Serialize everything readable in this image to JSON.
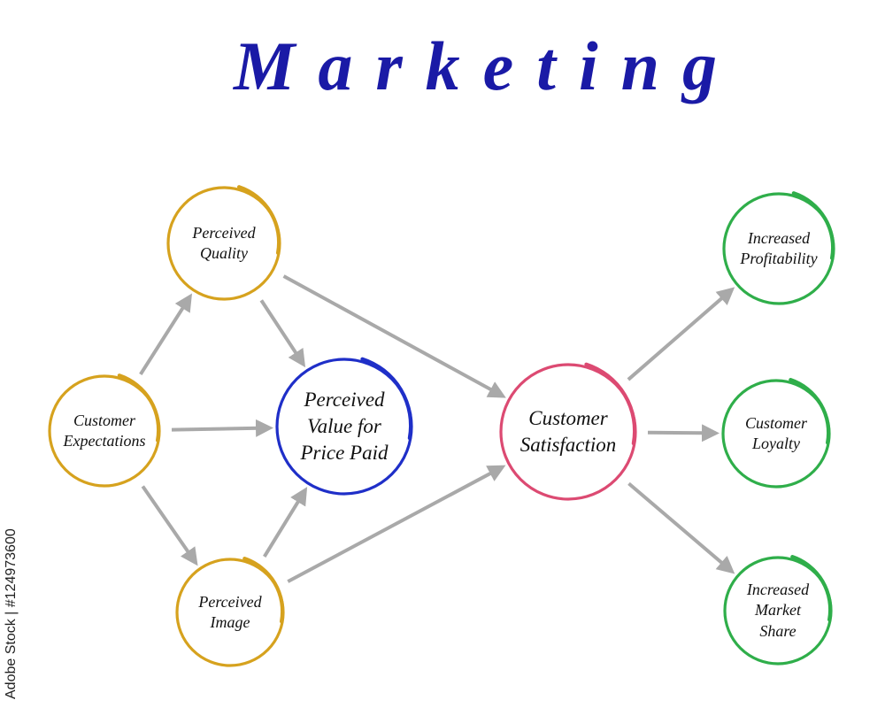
{
  "title": {
    "text": "Marketing",
    "color": "#1a1aa6"
  },
  "colors": {
    "arrow": "#a9a9a9",
    "antecedent": "#d6a21e",
    "value": "#1f2fc8",
    "satisfaction": "#dc4a72",
    "outcome": "#2fae4a"
  },
  "nodes": [
    {
      "id": "customer-expectations",
      "label": "Customer\nExpectations",
      "group": "antecedent"
    },
    {
      "id": "perceived-quality",
      "label": "Perceived\nQuality",
      "group": "antecedent"
    },
    {
      "id": "perceived-image",
      "label": "Perceived\nImage",
      "group": "antecedent"
    },
    {
      "id": "perceived-value",
      "label": "Perceived\nValue for\nPrice Paid",
      "group": "value"
    },
    {
      "id": "customer-satisfaction",
      "label": "Customer\nSatisfaction",
      "group": "satisfaction"
    },
    {
      "id": "increased-profitability",
      "label": "Increased\nProfitability",
      "group": "outcome"
    },
    {
      "id": "customer-loyalty",
      "label": "Customer\nLoyalty",
      "group": "outcome"
    },
    {
      "id": "increased-market-share",
      "label": "Increased\nMarket\nShare",
      "group": "outcome"
    }
  ],
  "edges": [
    {
      "from": "customer-expectations",
      "to": "perceived-quality"
    },
    {
      "from": "customer-expectations",
      "to": "perceived-value"
    },
    {
      "from": "customer-expectations",
      "to": "perceived-image"
    },
    {
      "from": "perceived-quality",
      "to": "perceived-value"
    },
    {
      "from": "perceived-quality",
      "to": "customer-satisfaction"
    },
    {
      "from": "perceived-image",
      "to": "perceived-value"
    },
    {
      "from": "perceived-image",
      "to": "customer-satisfaction"
    },
    {
      "from": "customer-satisfaction",
      "to": "increased-profitability"
    },
    {
      "from": "customer-satisfaction",
      "to": "customer-loyalty"
    },
    {
      "from": "customer-satisfaction",
      "to": "increased-market-share"
    }
  ],
  "watermark": "Adobe Stock | #124973600"
}
